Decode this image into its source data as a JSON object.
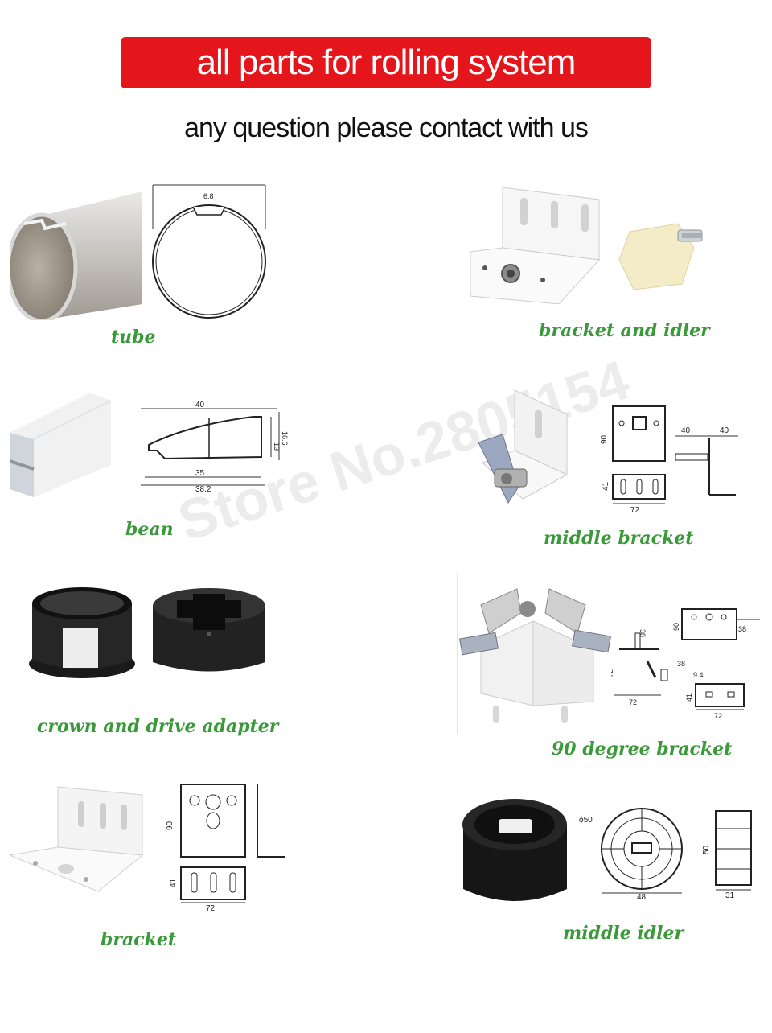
{
  "header": {
    "banner_text": "all parts for rolling  system",
    "subtitle": "any question  please contact with us"
  },
  "watermark": "Store No.2805154",
  "colors": {
    "banner": "#e4161c",
    "caption": "#3a9a3a"
  },
  "parts": {
    "tube": {
      "caption": "tube",
      "dims": {
        "slot": "6.8"
      }
    },
    "bean": {
      "caption": "bean",
      "dims": {
        "width": "40",
        "h1": "13",
        "h2": "16.6",
        "w1": "35",
        "w2": "38.2"
      }
    },
    "crown": {
      "caption": "crown and drive adapter"
    },
    "bracket": {
      "caption": "bracket",
      "dims": {
        "h": "90",
        "d": "41",
        "w": "72"
      }
    },
    "bracket_idler": {
      "caption": "bracket and idler"
    },
    "middle_bracket": {
      "caption": "middle bracket",
      "dims": {
        "h": "90",
        "d": "41",
        "w": "72",
        "a": "40",
        "b": "40"
      }
    },
    "degree_bracket": {
      "caption": "90 degree bracket",
      "dims": {
        "a": "38",
        "b": "90",
        "c": "38",
        "d": "72",
        "e": "38",
        "f": "9.4",
        "g": "72",
        "h": "41",
        "i": "72"
      }
    },
    "middle_idler": {
      "caption": "middle idler",
      "dims": {
        "dia": "ϕ50",
        "w": "48",
        "h": "50",
        "d": "31"
      }
    }
  }
}
